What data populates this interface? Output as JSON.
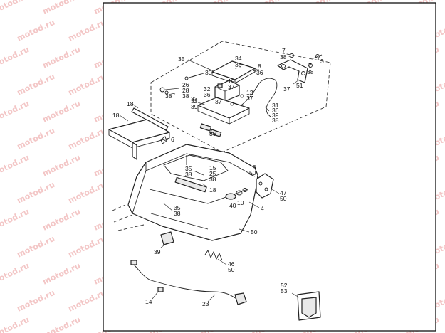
{
  "watermark": "motod.ru",
  "callouts": {
    "c35a": "35",
    "c34": "34",
    "c36a": "36",
    "c30": "30",
    "c8": "8",
    "c36b": "36",
    "c7a": "7",
    "c38a": "38",
    "c3": "3",
    "c7b": "7",
    "c38b": "38",
    "c51": "51",
    "c26": "26",
    "c28": "28",
    "c38c": "38",
    "c19": "19",
    "c37a": "37",
    "c32a": "32",
    "c36c": "36",
    "c12": "12",
    "c37b": "37",
    "c37c": "37",
    "c32b": "32",
    "c39a": "39",
    "c33": "33",
    "c38d": "38",
    "c37d": "37",
    "c31": "31",
    "c36d": "36",
    "c39b": "39",
    "c38e": "38",
    "c18a": "18",
    "c18b": "18",
    "c36e": "36",
    "c6": "6",
    "c35b": "35",
    "c38f": "38",
    "c15": "15",
    "c25": "25",
    "c38g": "38",
    "c18c": "18",
    "c16": "16",
    "c50a": "50",
    "c47": "47",
    "c50b": "50",
    "c40": "40",
    "c10": "10",
    "c4": "4",
    "c35c": "35",
    "c38h": "38",
    "c50c": "50",
    "c39c": "39",
    "c46": "46",
    "c50d": "50",
    "c14": "14",
    "c23": "23",
    "c52": "52",
    "c53": "53"
  }
}
